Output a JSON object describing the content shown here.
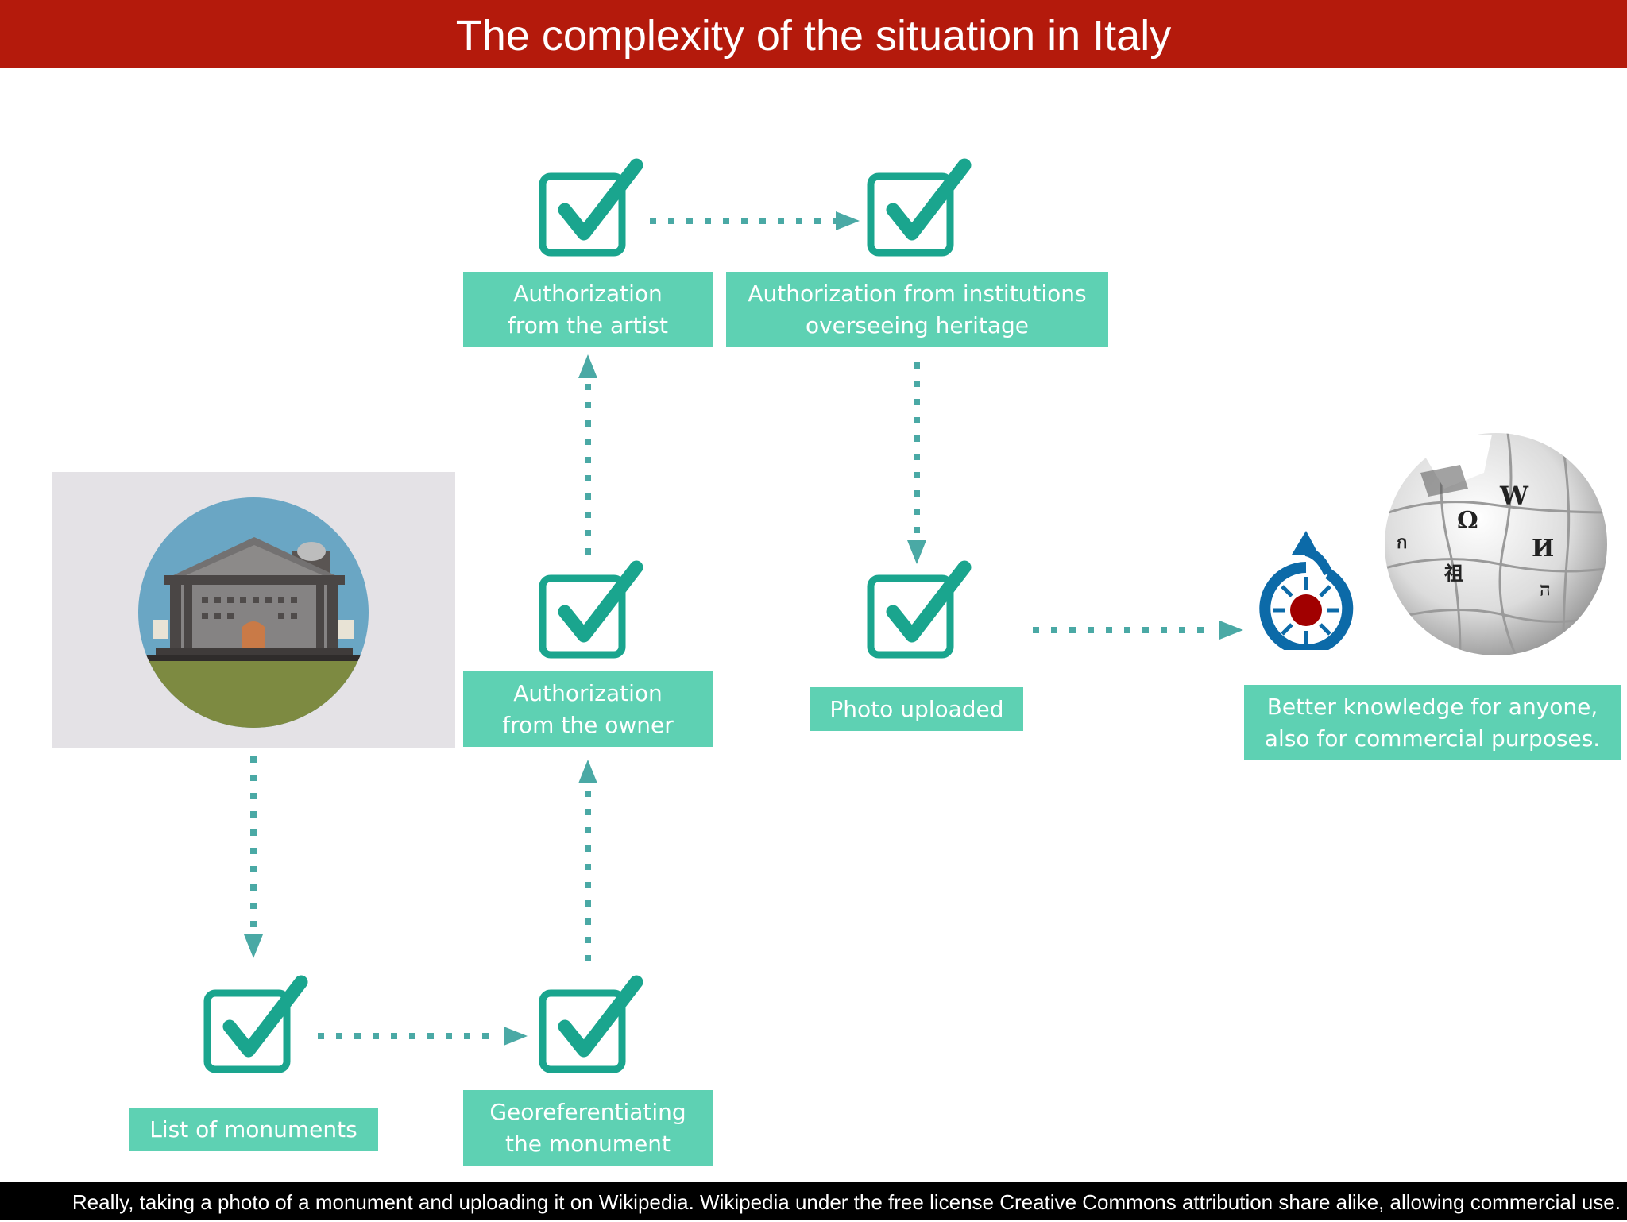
{
  "header": {
    "title": "The complexity of the situation in Italy"
  },
  "footer": {
    "caption": "Really, taking a photo of a monument and uploading it on Wikipedia. Wikipedia under the free license Creative Commons attribution share alike, allowing commercial use."
  },
  "nodes": {
    "artist": "Authorization\nfrom the artist",
    "institutions": "Authorization from institutions\noverseeing heritage",
    "owner": "Authorization\nfrom the owner",
    "uploaded": "Photo uploaded",
    "outcome": "Better knowledge for anyone,\nalso for commercial purposes.",
    "list": "List of monuments",
    "georef": "Georeferentiating\nthe monument"
  },
  "colors": {
    "header": "#b41a0c",
    "label": "#5ed1b3",
    "check": "#1aa58e",
    "arrow": "#4aa9a5",
    "footer": "#000000"
  },
  "icons": {
    "check": "checkbox-checked-icon",
    "monument": "monument-building-icon",
    "commons": "wikimedia-commons-logo",
    "wikipedia": "wikipedia-globe-logo"
  }
}
